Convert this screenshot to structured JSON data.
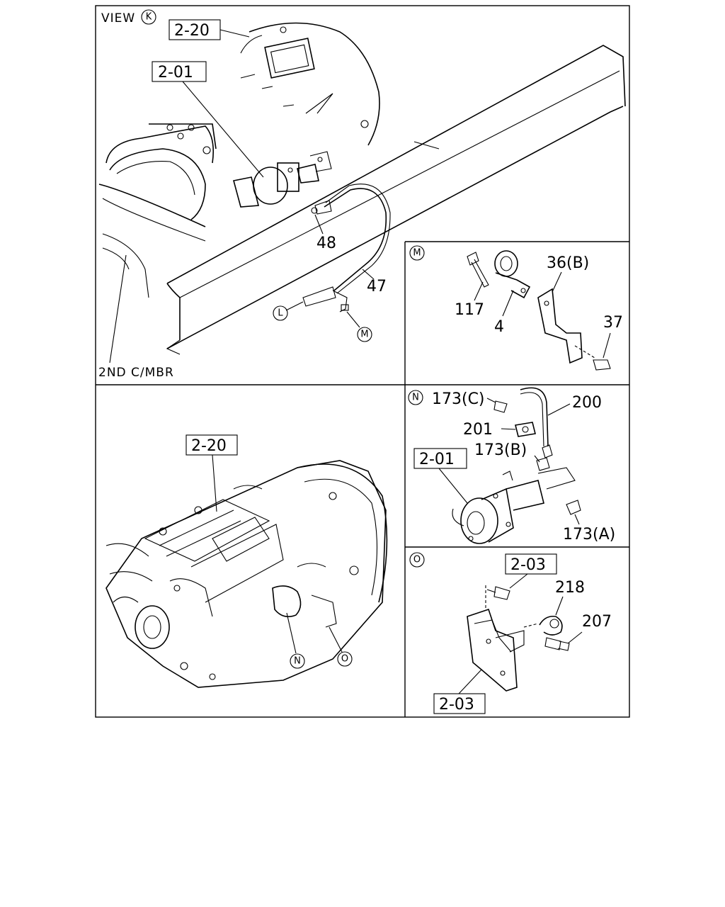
{
  "panels": {
    "view_k": {
      "view_label": "VIEW",
      "view_marker": "K",
      "frame_label": "2ND C/MBR",
      "boxed_refs": [
        "2-20",
        "2-01"
      ],
      "callouts": [
        "48",
        "47"
      ],
      "markers": [
        "L",
        "M"
      ]
    },
    "detail_m": {
      "marker": "M",
      "callouts": [
        "36(B)",
        "117",
        "4",
        "37"
      ]
    },
    "overview": {
      "boxed_ref": "2-20",
      "markers": [
        "N",
        "O"
      ]
    },
    "detail_n": {
      "marker": "N",
      "boxed_ref": "2-01",
      "callouts": [
        "173(C)",
        "200",
        "201",
        "173(B)",
        "173(A)"
      ]
    },
    "detail_o": {
      "marker": "O",
      "boxed_refs": [
        "2-03",
        "2-03"
      ],
      "callouts": [
        "218",
        "207"
      ]
    }
  }
}
